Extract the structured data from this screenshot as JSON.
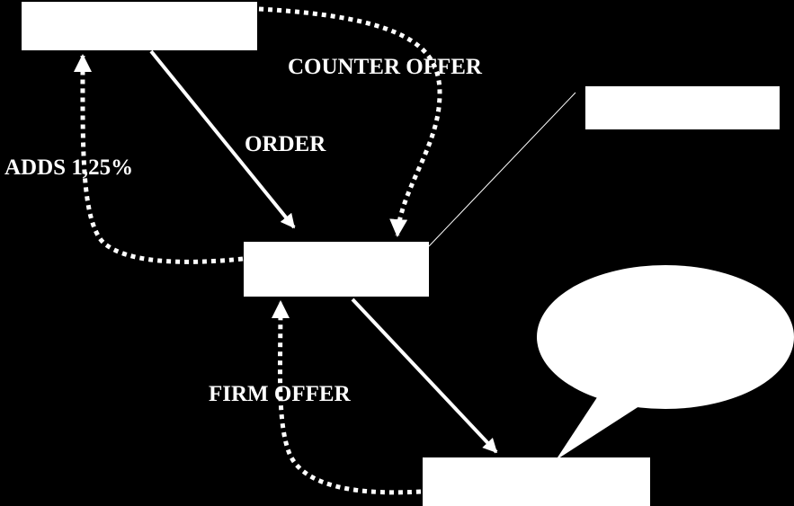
{
  "diagram": {
    "background": "#000000",
    "foreground": "#ffffff",
    "labels": {
      "counter_offer": "COUNTER OFFER",
      "order": "ORDER",
      "adds": "ADDS 1,25%",
      "firm_offer": "FIRM OFFER"
    },
    "boxes": {
      "top_left": "",
      "top_right": "",
      "middle": "",
      "bottom": ""
    },
    "speech_bubble": ""
  }
}
